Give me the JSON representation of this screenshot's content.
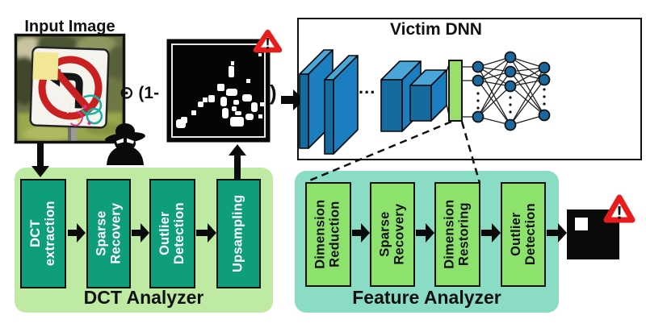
{
  "input": {
    "title": "Input Image"
  },
  "operation": {
    "odot_prefix": "⊙ (1-",
    "close_paren": ")"
  },
  "victim_dnn": {
    "title": "Victim DNN",
    "ellipsis": "..."
  },
  "dct_analyzer": {
    "title": "DCT Analyzer",
    "stages": [
      {
        "line1": "DCT",
        "line2": "extraction"
      },
      {
        "line1": "Sparse",
        "line2": "Recovery"
      },
      {
        "line1": "Outlier",
        "line2": "Detection"
      },
      {
        "line1": "Upsampling",
        "line2": ""
      }
    ]
  },
  "feature_analyzer": {
    "title": "Feature Analyzer",
    "stages": [
      {
        "line1": "Dimension",
        "line2": "Reduction"
      },
      {
        "line1": "Sparse",
        "line2": "Recovery"
      },
      {
        "line1": "Dimension",
        "line2": "Restoring"
      },
      {
        "line1": "Outlier",
        "line2": "Detection"
      }
    ]
  },
  "icons": {
    "warning_mark": "!",
    "warning_icon": "red-warning-triangle",
    "spy_icon": "attacker-spy-silhouette",
    "odot_icon": "element-wise-product"
  },
  "colors": {
    "dct_panel": "#bfeaa4",
    "dct_stage": "#0f9e7b",
    "feature_panel": "#8adcc4",
    "feature_stage": "#8de26d",
    "conv_layer_blue": "#1b7ec0",
    "fc_bar_green": "#9adf6b",
    "nn_node_blue": "#1b689c",
    "warning_red": "#e81c1c"
  }
}
